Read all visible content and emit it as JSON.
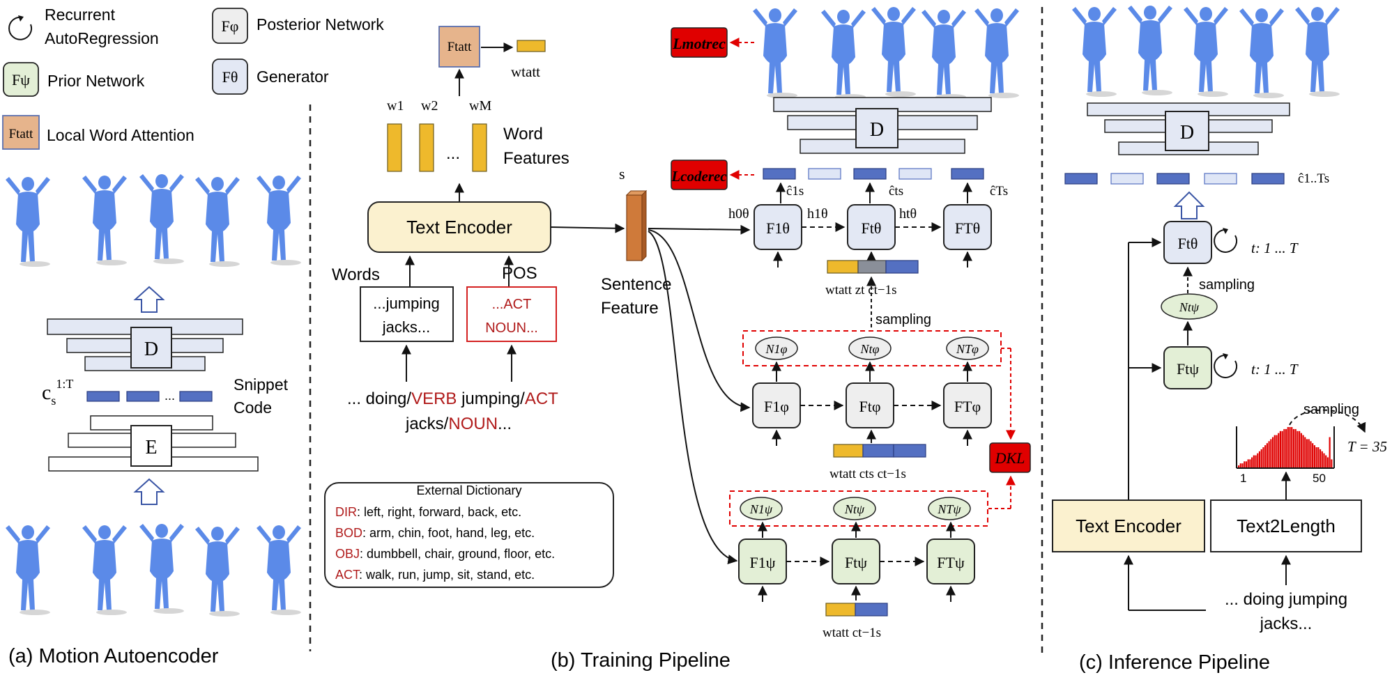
{
  "colors": {
    "prior_fill": "#e3efd6",
    "posterior_fill": "#eeeeee",
    "generator_fill": "#e3e8f4",
    "attention_fill": "#e6b48c",
    "text_encoder_fill": "#fbf1cf",
    "accent_red": "#e00000",
    "word_token": "#eeb92c",
    "code_blue": "#5470c2",
    "code_light": "#dfe6f6",
    "sentence_orange": "#cf7a3a",
    "body_blue": "#5b8ae8",
    "keyword_red": "#b01a1a"
  },
  "legend": {
    "recurrent_label_1": "Recurrent",
    "recurrent_label_2": "AutoRegression",
    "posterior_symbol": "Fφ",
    "posterior_label": "Posterior Network",
    "prior_symbol": "Fψ",
    "prior_label": "Prior Network",
    "generator_symbol": "Fθ",
    "generator_label": "Generator",
    "attention_symbol": "Ftatt",
    "attention_label": "Local Word Attention"
  },
  "panel_a": {
    "decoder": "D",
    "encoder": "E",
    "snippet_symbol": "c",
    "snippet_sub": "s",
    "snippet_sup": "1:T",
    "snippet_label_1": "Snippet",
    "snippet_label_2": "Code",
    "code_dots": "...",
    "caption": "(a) Motion Autoencoder"
  },
  "panel_b": {
    "attention_box": "Ftatt",
    "attention_out": "wtatt",
    "w1": "w1",
    "w2": "w2",
    "wM": "wM",
    "word_dots": "...",
    "word_features_1": "Word",
    "word_features_2": "Features",
    "text_encoder": "Text Encoder",
    "words_label": "Words",
    "pos_label": "POS",
    "words_box_1": "...jumping",
    "words_box_2": "jacks...",
    "pos_box_1": "...ACT",
    "pos_box_2": "NOUN...",
    "sentence_line1_a": "... doing/",
    "sentence_line1_b": "VERB",
    "sentence_line1_c": " jumping/",
    "sentence_line1_d": "ACT",
    "sentence_line2_a": "jacks/",
    "sentence_line2_b": "NOUN",
    "sentence_line2_c": "...",
    "dict_title": "External Dictionary",
    "dict_rows": [
      {
        "key": "DIR",
        "text": ": left, right, forward, back, etc."
      },
      {
        "key": "BOD",
        "text": ": arm, chin, foot, hand, leg, etc."
      },
      {
        "key": "OBJ",
        "text": ": dumbbell, chair, ground, floor, etc."
      },
      {
        "key": "ACT",
        "text": ": walk, run, jump, sit, stand, etc."
      }
    ],
    "s_label": "s",
    "sentence_feature_1": "Sentence",
    "sentence_feature_2": "Feature",
    "loss_mot": "Lmotrec",
    "loss_code": "Lcoderec",
    "kl": "DKL",
    "decoder": "D",
    "gen_nodes": [
      "F1θ",
      "Ftθ",
      "FTθ"
    ],
    "post_nodes": [
      "F1φ",
      "Ftφ",
      "FTφ"
    ],
    "prior_nodes": [
      "F1ψ",
      "Ftψ",
      "FTψ"
    ],
    "post_noise": [
      "N1φ",
      "Ntφ",
      "NTφ"
    ],
    "prior_noise": [
      "N1ψ",
      "Ntψ",
      "NTψ"
    ],
    "h0": "h0θ",
    "h1": "h1θ",
    "ht": "htθ",
    "c_hat_1": "ĉ1s",
    "c_hat_t": "ĉts",
    "c_hat_T": "ĉTs",
    "gen_inputs": "wtatt  zt  ct−1s",
    "post_inputs": "wtatt  cts  ct−1s",
    "prior_inputs": "wtatt  ct−1s",
    "sampling": "sampling",
    "caption": "(b) Training Pipeline"
  },
  "panel_c": {
    "decoder": "D",
    "c_hat": "ĉ1..Ts",
    "generator_node": "Ftθ",
    "prior_node": "Ftψ",
    "noise_node": "Ntψ",
    "loop_label": "t: 1 ... T",
    "sampling": "sampling",
    "hist_sampling": "sampling",
    "hist_min": "1",
    "hist_max": "50",
    "t_value": "T = 35",
    "text_encoder": "Text Encoder",
    "text2length": "Text2Length",
    "input_1": "... doing jumping",
    "input_2": "jacks...",
    "caption": "(c) Inference Pipeline"
  },
  "histogram": {
    "type": "bar",
    "values": [
      1,
      2,
      2,
      3,
      3,
      4,
      4,
      5,
      6,
      6,
      7,
      8,
      9,
      10,
      11,
      12,
      13,
      14,
      15,
      16,
      16,
      17,
      18,
      18,
      19,
      19,
      20,
      20,
      20,
      19,
      19,
      18,
      18,
      17,
      16,
      15,
      14,
      14,
      13,
      12,
      11,
      10,
      10,
      9,
      8,
      7,
      6,
      5,
      15,
      4
    ],
    "xlim": [
      1,
      50
    ]
  }
}
